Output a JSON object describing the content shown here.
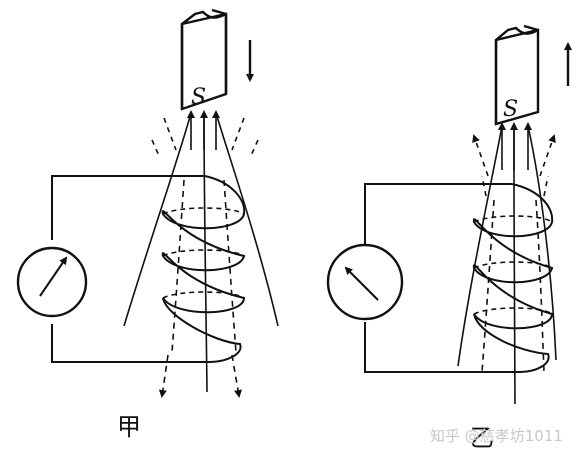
{
  "panels": [
    {
      "label": "甲",
      "magnet_pole": "S",
      "motion": "down"
    },
    {
      "label": "乙",
      "magnet_pole": "S",
      "motion": "up"
    }
  ],
  "watermark": "知乎 @慈孝坊1011",
  "colors": {
    "ink": "#111111",
    "background": "#ffffff",
    "watermark": "#c8c8c8"
  }
}
